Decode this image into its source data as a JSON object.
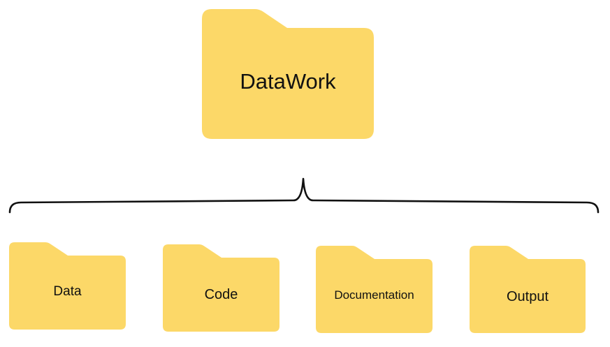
{
  "diagram": {
    "folder_color": "#FCD868",
    "connector_color": "#111111",
    "root": {
      "label": "DataWork",
      "icon": "folder-icon"
    },
    "children": [
      {
        "label": "Data",
        "icon": "folder-icon"
      },
      {
        "label": "Code",
        "icon": "folder-icon"
      },
      {
        "label": "Documentation",
        "icon": "folder-icon"
      },
      {
        "label": "Output",
        "icon": "folder-icon"
      }
    ]
  }
}
